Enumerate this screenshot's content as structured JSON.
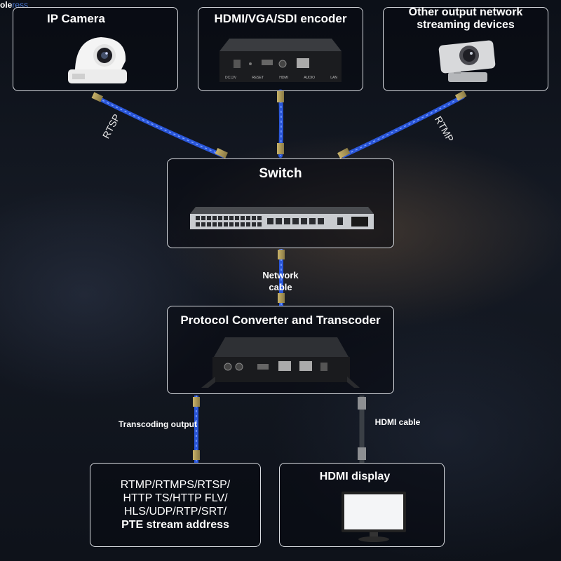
{
  "corner": {
    "text": "ole",
    "faded": "ress"
  },
  "nodes": {
    "ip_camera": {
      "title": "IP Camera"
    },
    "encoder": {
      "title": "HDMI/VGA/SDI encoder",
      "ports": [
        "DC12V",
        "RESET",
        "HDMI",
        "AUDIO",
        "LAN"
      ]
    },
    "other_devices": {
      "title_line1": "Other output network",
      "title_line2": "streaming devices"
    },
    "switch": {
      "title": "Switch"
    },
    "converter": {
      "title": "Protocol Converter and Transcoder"
    },
    "output": {
      "line1": "RTMP/RTMPS/RTSP/",
      "line2": "HTTP TS/HTTP FLV/",
      "line3": "HLS/UDP/RTP/SRT/",
      "line4": "PTE stream address"
    },
    "hdmi_display": {
      "title": "HDMI display"
    }
  },
  "links": {
    "camera_to_switch": "RTSP",
    "other_to_switch": "RTMP",
    "switch_to_converter_line1": "Network",
    "switch_to_converter_line2": "cable",
    "converter_to_output": "Transcoding output",
    "converter_to_display": "HDMI cable"
  },
  "colors": {
    "cable_blue": "#2a56d8",
    "box_border": "#d8dbe0",
    "hdmi_cable": "#3a3f45"
  }
}
